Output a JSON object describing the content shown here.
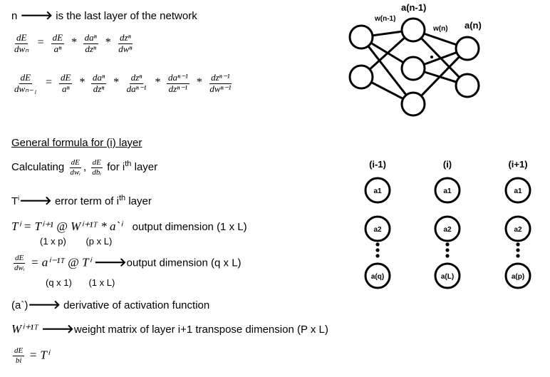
{
  "header": {
    "n_var": "n",
    "arrow": "🡒",
    "last_layer_text": "is the last layer of the network"
  },
  "eq1": {
    "lhs_num": "dE",
    "lhs_den": "dwₙ",
    "f1_num": "dE",
    "f1_den": "aⁿ",
    "f2_num": "daⁿ",
    "f2_den": "dzⁿ",
    "f3_num": "dzⁿ",
    "f3_den": "dwⁿ",
    "equals": "=",
    "times": "*"
  },
  "eq2": {
    "lhs_num": "dE",
    "lhs_den": "dwₙ₋₁",
    "f1_num": "dE",
    "f1_den": "aⁿ",
    "f2_num": "daⁿ",
    "f2_den": "dzⁿ",
    "f3_num": "dzⁿ",
    "f3_den": "daⁿ⁻¹",
    "f4_num": "daⁿ⁻¹",
    "f4_den": "dzⁿ⁻¹",
    "f5_num": "dzⁿ⁻¹",
    "f5_den": "dwⁿ⁻¹"
  },
  "general": {
    "heading": "General formula for (i) layer",
    "calc_prefix": "Calculating",
    "calc_f1_num": "dE",
    "calc_f1_den": "dwᵢ",
    "calc_comma": ",",
    "calc_f2_num": "dE",
    "calc_f2_den": "dbᵢ",
    "calc_for": "for i",
    "calc_th": "th",
    "calc_suffix": "layer",
    "error_T": "T",
    "error_i": "i",
    "error_text": "error term of i",
    "error_th": "th",
    "error_suffix": "layer",
    "formula1": "Tⁱ = Tⁱ⁺¹ @ Wⁱ⁺¹ᵀ * a`ⁱ",
    "formula1_dim": "output dimension (1 x L)",
    "formula1_sub_a": "(1 x p)",
    "formula1_sub_b": "(p x L)",
    "formula2_num": "dE",
    "formula2_den": "dwᵢ",
    "formula2_rhs": "= aⁱ⁻¹ᵀ @ Tⁱ",
    "formula2_dim": "output dimension (q x L)",
    "formula2_sub_a": "(q x 1)",
    "formula2_sub_b": "(1 x L)",
    "deriv_label": "(a`)",
    "deriv_text": "derivative of activation function",
    "weight_sym": "Wⁱ⁺¹ᵀ",
    "weight_text": "weight matrix of layer i+1 transpose dimension (P x L)",
    "bias_num": "dE",
    "bias_den": "bi",
    "bias_rhs": "= Tⁱ"
  },
  "network": {
    "label_a_prev": "a(n-1)",
    "label_w_prev": "w(n-1)",
    "label_w_n": "w(n)",
    "label_a_n": "a(n)"
  },
  "layers": [
    {
      "title": "(i-1)",
      "nodes": [
        "a1",
        "a2",
        "a(q)"
      ]
    },
    {
      "title": "(i)",
      "nodes": [
        "a1",
        "a2",
        "a(L)"
      ]
    },
    {
      "title": "(i+1)",
      "nodes": [
        "a1",
        "a2",
        "a(p)"
      ]
    }
  ]
}
